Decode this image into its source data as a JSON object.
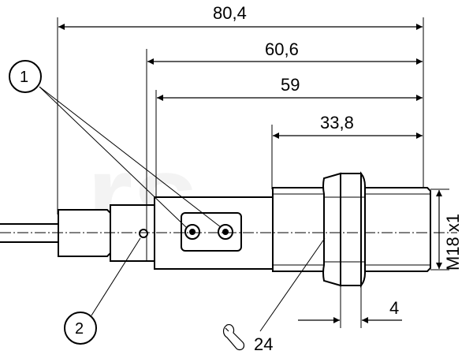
{
  "dimensions": {
    "overall_length": "80,4",
    "length_from_leds": "60,6",
    "body_length": "59",
    "thread_length": "33,8",
    "nut_thickness": "4",
    "thread_size": "M18 x1",
    "wrench_size": "24"
  },
  "callouts": {
    "led_indicators": "1",
    "potentiometer": "2"
  },
  "watermark": "rs"
}
